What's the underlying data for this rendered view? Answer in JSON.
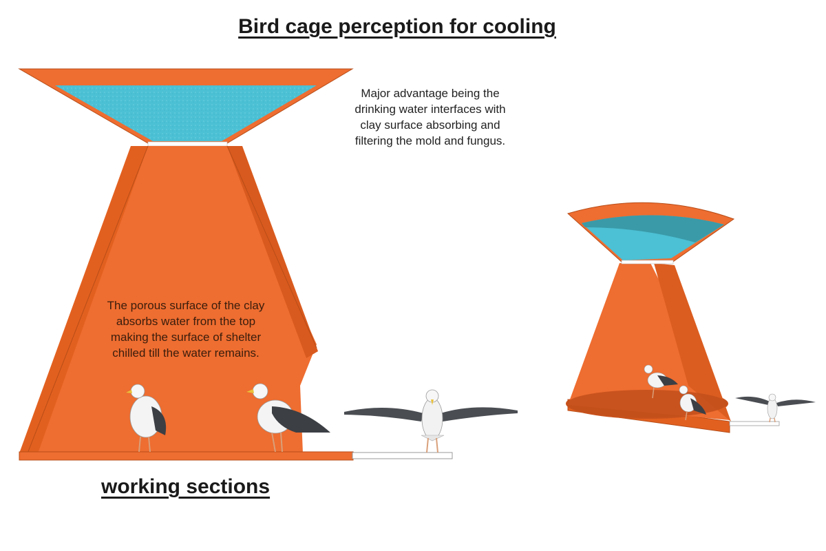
{
  "title": "Bird cage perception for cooling",
  "subtitle": "working sections",
  "notes": {
    "advantage": [
      "Major advantage being the",
      "drinking water interfaces with",
      "clay surface absorbing and",
      "filtering the mold and fungus."
    ],
    "porous": [
      "The porous surface of the clay",
      "absorbs water from the top",
      "making the surface of shelter",
      "chilled till the water remains."
    ]
  },
  "colors": {
    "clay": "#ee6d30",
    "clay_dark": "#c9531b",
    "water": "#4cc0d4",
    "water_dark": "#3a9aa8"
  }
}
